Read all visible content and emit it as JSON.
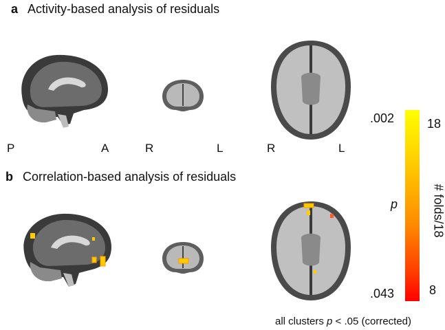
{
  "panel_a": {
    "letter": "a",
    "title": "Activity-based analysis of residuals",
    "orientation": {
      "sagittal_left": "P",
      "sagittal_right": "A",
      "coronal_left": "R",
      "coronal_right": "L",
      "axial_left": "R",
      "axial_right": "L"
    }
  },
  "panel_b": {
    "letter": "b",
    "title": "Correlation-based analysis of residuals"
  },
  "colorbar": {
    "p_top": ".002",
    "p_bottom": ".043",
    "p_label": "p",
    "folds_top": "18",
    "folds_bottom": "8",
    "folds_label": "# folds/18",
    "colors": [
      "#ffff00",
      "#ffc800",
      "#ff8a00",
      "#ff3c00",
      "#ff0000"
    ]
  },
  "footnote": {
    "prefix": "all clusters ",
    "p": "p",
    "suffix": " < .05 (corrected)"
  },
  "colors": {
    "blob": "#ffcc00",
    "blob_edge": "#ff9900",
    "blob_red": "#ff5a2a"
  }
}
